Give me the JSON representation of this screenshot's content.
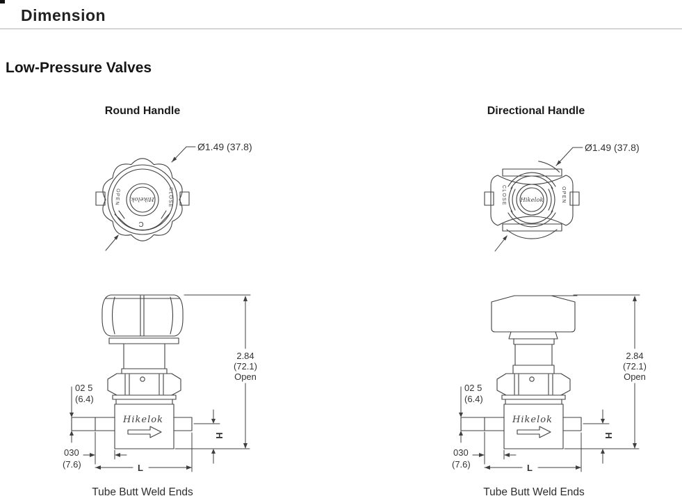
{
  "page": {
    "header": "Dimension",
    "section_title": "Low-Pressure Valves"
  },
  "columns": [
    {
      "title": "Round Handle",
      "diameter_label": "Ø1.49 (37.8)",
      "caption": "Tube Butt Weld Ends"
    },
    {
      "title": "Directional Handle",
      "diameter_label": "Ø1.49 (37.8)",
      "caption": "Tube Butt Weld Ends"
    }
  ],
  "handle": {
    "open": "OPEN",
    "close": "CLOSE",
    "c_mark": "C",
    "brand": "Hikelok"
  },
  "dimensions": {
    "overall_height_in": "2.84",
    "overall_height_mm": "(72.1)",
    "overall_height_state": "Open",
    "tube_od_in": "02 5",
    "tube_od_mm": "(6.4)",
    "stub_len_in": "030",
    "stub_len_mm": "(7.6)",
    "length_symbol": "L",
    "height_symbol": "H"
  },
  "colors": {
    "header_bar": "#c8c8c8",
    "drawing_line": "#3f3f3f",
    "text": "#333333"
  }
}
